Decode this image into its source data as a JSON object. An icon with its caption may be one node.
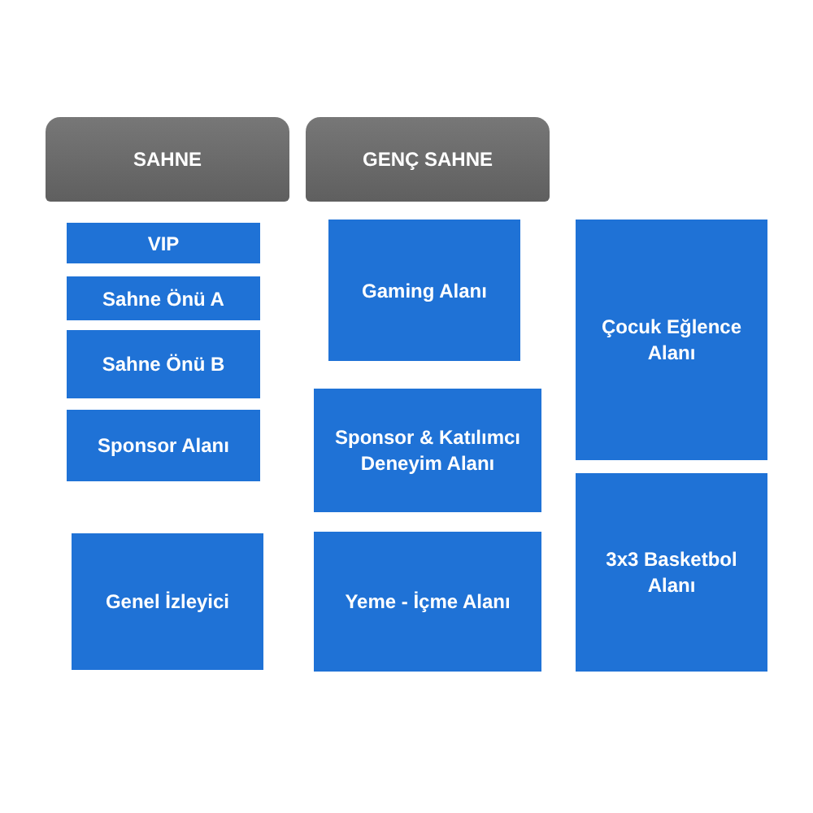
{
  "diagram": {
    "nodes": [
      {
        "text": [
          "SAHNE"
        ]
      },
      {
        "text": [
          "GENÇ SAHNE"
        ]
      },
      {
        "text": [
          "VIP"
        ]
      },
      {
        "text": [
          "Sahne Önü A"
        ]
      },
      {
        "text": [
          "Sahne Önü B"
        ]
      },
      {
        "text": [
          "Sponsor Alanı"
        ]
      },
      {
        "text": [
          "Genel İzleyici"
        ]
      },
      {
        "text": [
          "Gaming Alanı"
        ]
      },
      {
        "text": [
          "Sponsor & Katılımcı Deneyim Alanı"
        ]
      },
      {
        "text": [
          "Yeme - İçme Alanı"
        ]
      },
      {
        "text": [
          "Çocuk Eğlence Alanı"
        ]
      },
      {
        "text": [
          "3x3 Basketbol Alanı"
        ]
      }
    ]
  }
}
